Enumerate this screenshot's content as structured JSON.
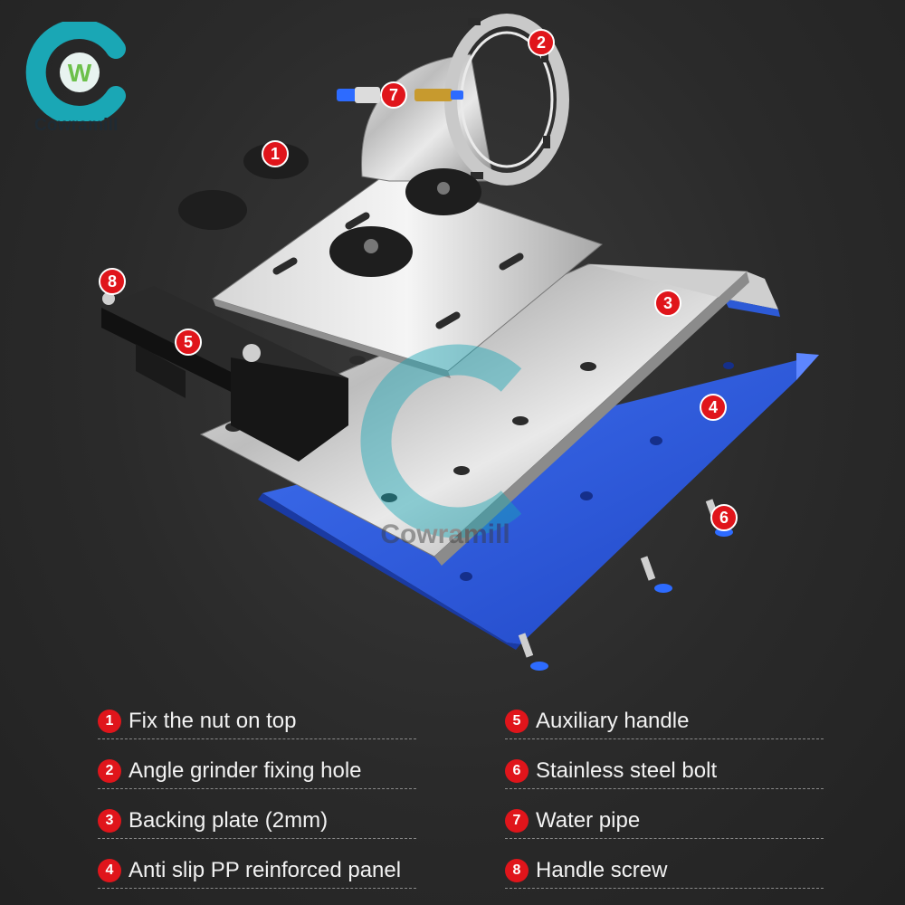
{
  "brand": {
    "name": "Cowramill",
    "logo_letters": "W"
  },
  "watermark": {
    "text": "Cowramill"
  },
  "badges": [
    "1",
    "2",
    "3",
    "4",
    "5",
    "6",
    "7",
    "8"
  ],
  "legend": [
    {
      "num": "1",
      "label": "Fix the nut on top"
    },
    {
      "num": "2",
      "label": "Angle grinder fixing hole"
    },
    {
      "num": "3",
      "label": "Backing plate (2mm)"
    },
    {
      "num": "4",
      "label": "Anti slip PP reinforced panel"
    },
    {
      "num": "5",
      "label": "Auxiliary handle"
    },
    {
      "num": "6",
      "label": "Stainless steel bolt"
    },
    {
      "num": "7",
      "label": "Water pipe"
    },
    {
      "num": "8",
      "label": "Handle screw"
    }
  ],
  "colors": {
    "badge": "#e0151b",
    "panel": "#2d5ad6",
    "brand_teal": "#1aa7b5",
    "brand_green": "#6cc04a"
  }
}
